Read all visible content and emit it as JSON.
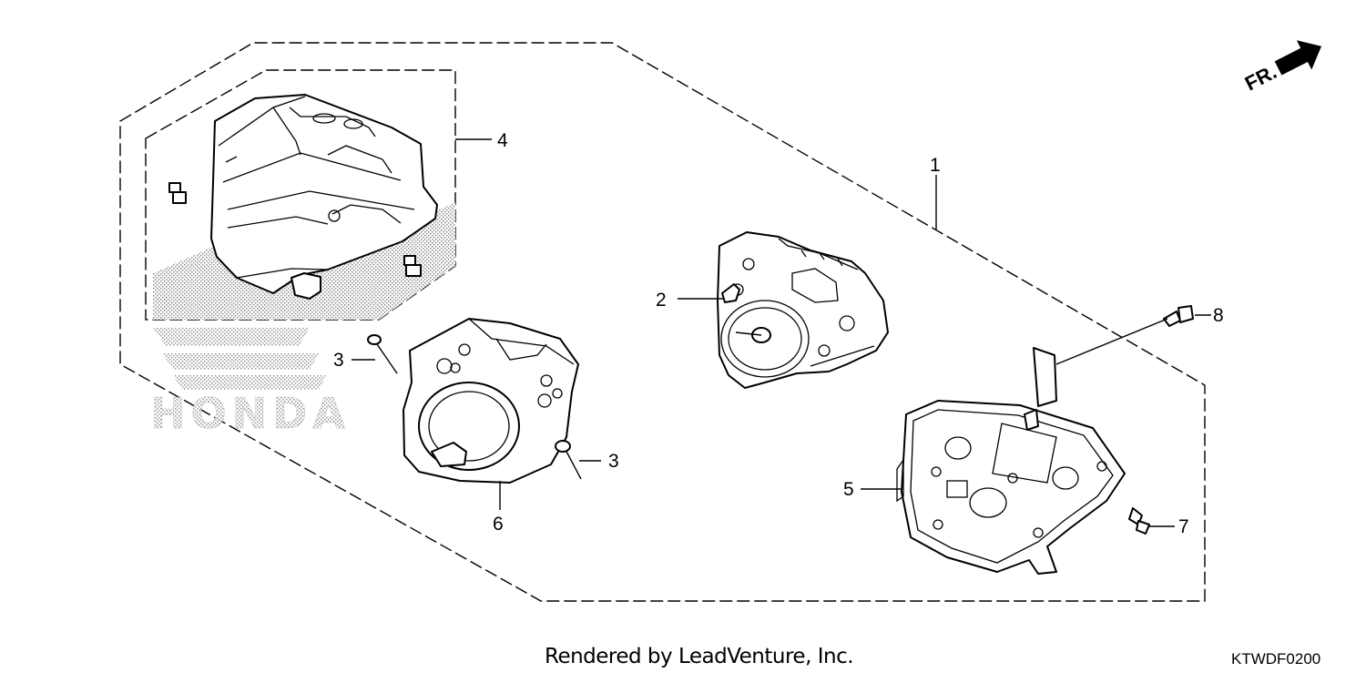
{
  "direction_indicator": {
    "label": "FR."
  },
  "callouts": [
    {
      "number": "1"
    },
    {
      "number": "2"
    },
    {
      "number": "3"
    },
    {
      "number": "3"
    },
    {
      "number": "4"
    },
    {
      "number": "5"
    },
    {
      "number": "6"
    },
    {
      "number": "7"
    },
    {
      "number": "8"
    }
  ],
  "watermark": {
    "brand": "HONDA"
  },
  "footer": {
    "credit": "Rendered by LeadVenture, Inc.",
    "diagram_code": "KTWDF0200"
  }
}
